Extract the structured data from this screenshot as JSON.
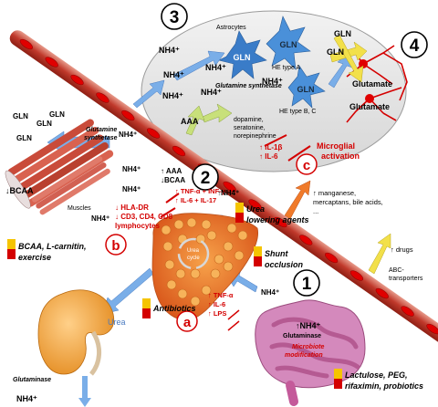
{
  "numbers": {
    "n1": "1",
    "n2": "2",
    "n3": "3",
    "n4": "4"
  },
  "letters": {
    "a": "a",
    "b": "b",
    "c": "c"
  },
  "colors": {
    "vessel": "#c0392b",
    "rbc": "#e00000",
    "brain": "#e4e4e4",
    "astro": "#4a90d9",
    "liver": "#e8621e",
    "kidney": "#f0a33a",
    "gut": "#c45a9a",
    "arrow_blue": "#7aaee8",
    "arrow_yellow": "#f2e04a",
    "arrow_green": "#c8e07a"
  },
  "brain": {
    "astrocytes": "Astrocytes",
    "nh4": "NH4⁺",
    "gln": "GLN",
    "glutamine_synthetase": "Glutamine synthetase",
    "he_type_a": "HE type A",
    "he_type_bc": "HE type B, C",
    "aaa": "AAA",
    "neurotransmitters": [
      "dopamine,",
      "seratonine,",
      "norepinephrine"
    ],
    "cytokines": [
      "↑ IL-1β",
      "↑ IL-6"
    ],
    "microglial": [
      "Microglial",
      "activation"
    ],
    "glutamate": "Glutamate"
  },
  "muscle": {
    "gln": "GLN",
    "glutamine_synthetase": [
      "Glutamine",
      "synthetase"
    ],
    "bcaa": "↓BCAA",
    "muscles": "Muscles",
    "nh4": "NH4⁺"
  },
  "center": {
    "aaa_up": "↑ AAA",
    "bcaa_down": "↓BCAA",
    "immune": [
      "↓ HLA-DR",
      "↓ CD3, CD4, CD8",
      "lymphocytes"
    ],
    "cytokines": [
      "↑ TNF-α + INF-γ",
      "↑ IL-6 + IL-17"
    ],
    "nh4_up": "↑NH4⁺"
  },
  "treatments": {
    "urea_lowering": [
      "Urea",
      "lowering agents"
    ],
    "bcaa": [
      "BCAA, L-carnitin,",
      "exercise"
    ],
    "shunt": [
      "Shunt",
      "occlusion"
    ],
    "antibiotics": "Antibiotics",
    "lactulose": [
      "Lactulose, PEG,",
      "rifaximin, probiotics"
    ]
  },
  "liver": {
    "urea_cycle": [
      "Urea",
      "cycle"
    ]
  },
  "gut": {
    "nh4_up": "↑NH4⁺",
    "glutaminase": "Glutaminase",
    "microbiota": [
      "Microbiote",
      "modification"
    ],
    "tnf": [
      "↑ TNF-α",
      "↑ IL-6",
      "↑ LPS"
    ],
    "nh4": "NH4⁺"
  },
  "kidney": {
    "urea": "Urea",
    "glutaminase": "Glutaminase",
    "nh4": "NH4⁺"
  },
  "right": {
    "manganese": [
      "↑ manganese,",
      "mercaptans, bile acids,",
      "..."
    ],
    "drugs": "↑ drugs",
    "abc": [
      "ABC-",
      "transporters"
    ]
  }
}
